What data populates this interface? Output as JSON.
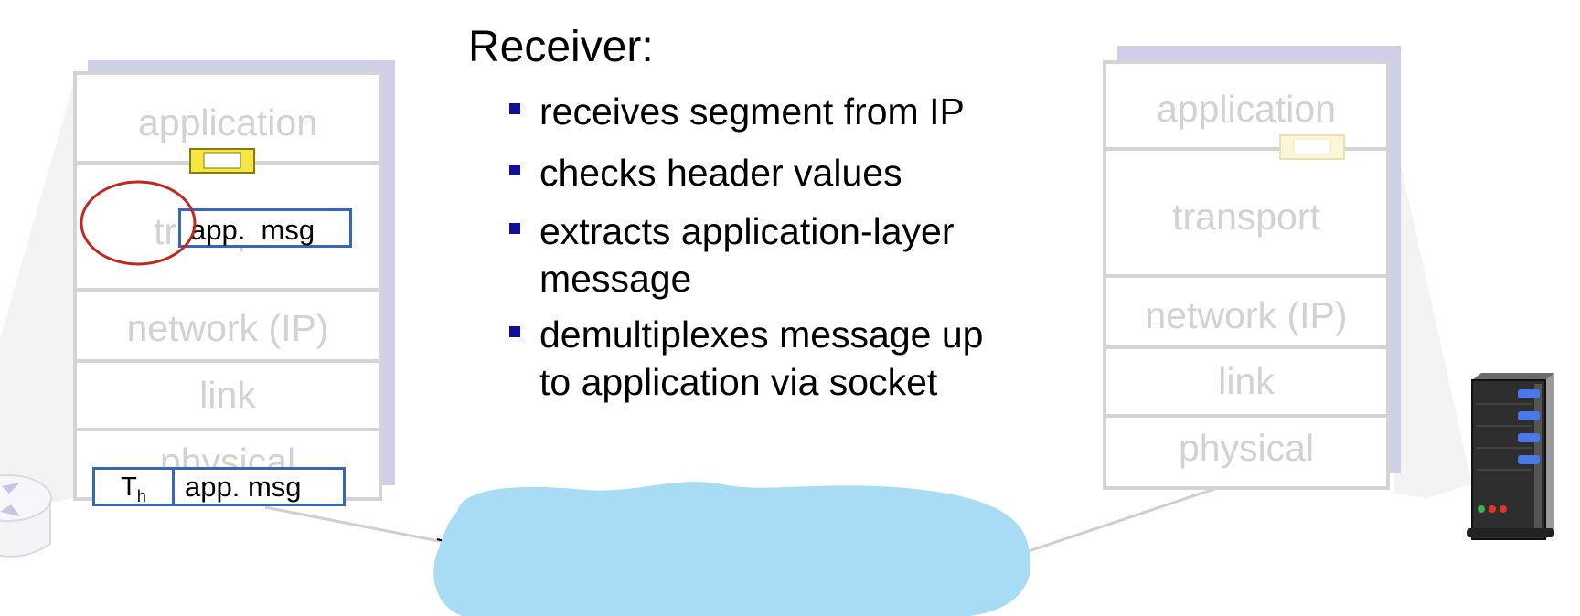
{
  "sender_stack": {
    "layers": [
      "application",
      "transport",
      "network (IP)",
      "link",
      "physical"
    ]
  },
  "receiver_stack": {
    "layers": [
      "application",
      "transport",
      "network (IP)",
      "link",
      "physical"
    ]
  },
  "receiver_panel": {
    "title": "Receiver:",
    "bullets": [
      "receives segment from IP",
      "checks header values",
      "extracts application-layer message",
      "demultiplexes message up to application via socket"
    ],
    "bullet_lines": [
      [
        "receives segment from IP"
      ],
      [
        "checks header values"
      ],
      [
        "extracts application-layer",
        "message"
      ],
      [
        "demultiplexes message up",
        "to application via socket"
      ]
    ]
  },
  "messages": {
    "transport_msg": "app.  msg",
    "segment_header": "T",
    "segment_header_sub": "h",
    "segment_payload": "app. msg"
  },
  "colors": {
    "stack_border": "#d4d4d4",
    "stack_shadow": "#cfd0e8",
    "layer_text": "#d2d2d2",
    "network_cloud": "#a8dcf4",
    "message_border": "#3568b8",
    "highlight_circle": "#c0281e",
    "bullet": "#10109c",
    "socket_yellow": "#f5e642"
  },
  "icons": [
    "router-icon",
    "server-icon",
    "socket-icon",
    "network-cloud-icon"
  ]
}
